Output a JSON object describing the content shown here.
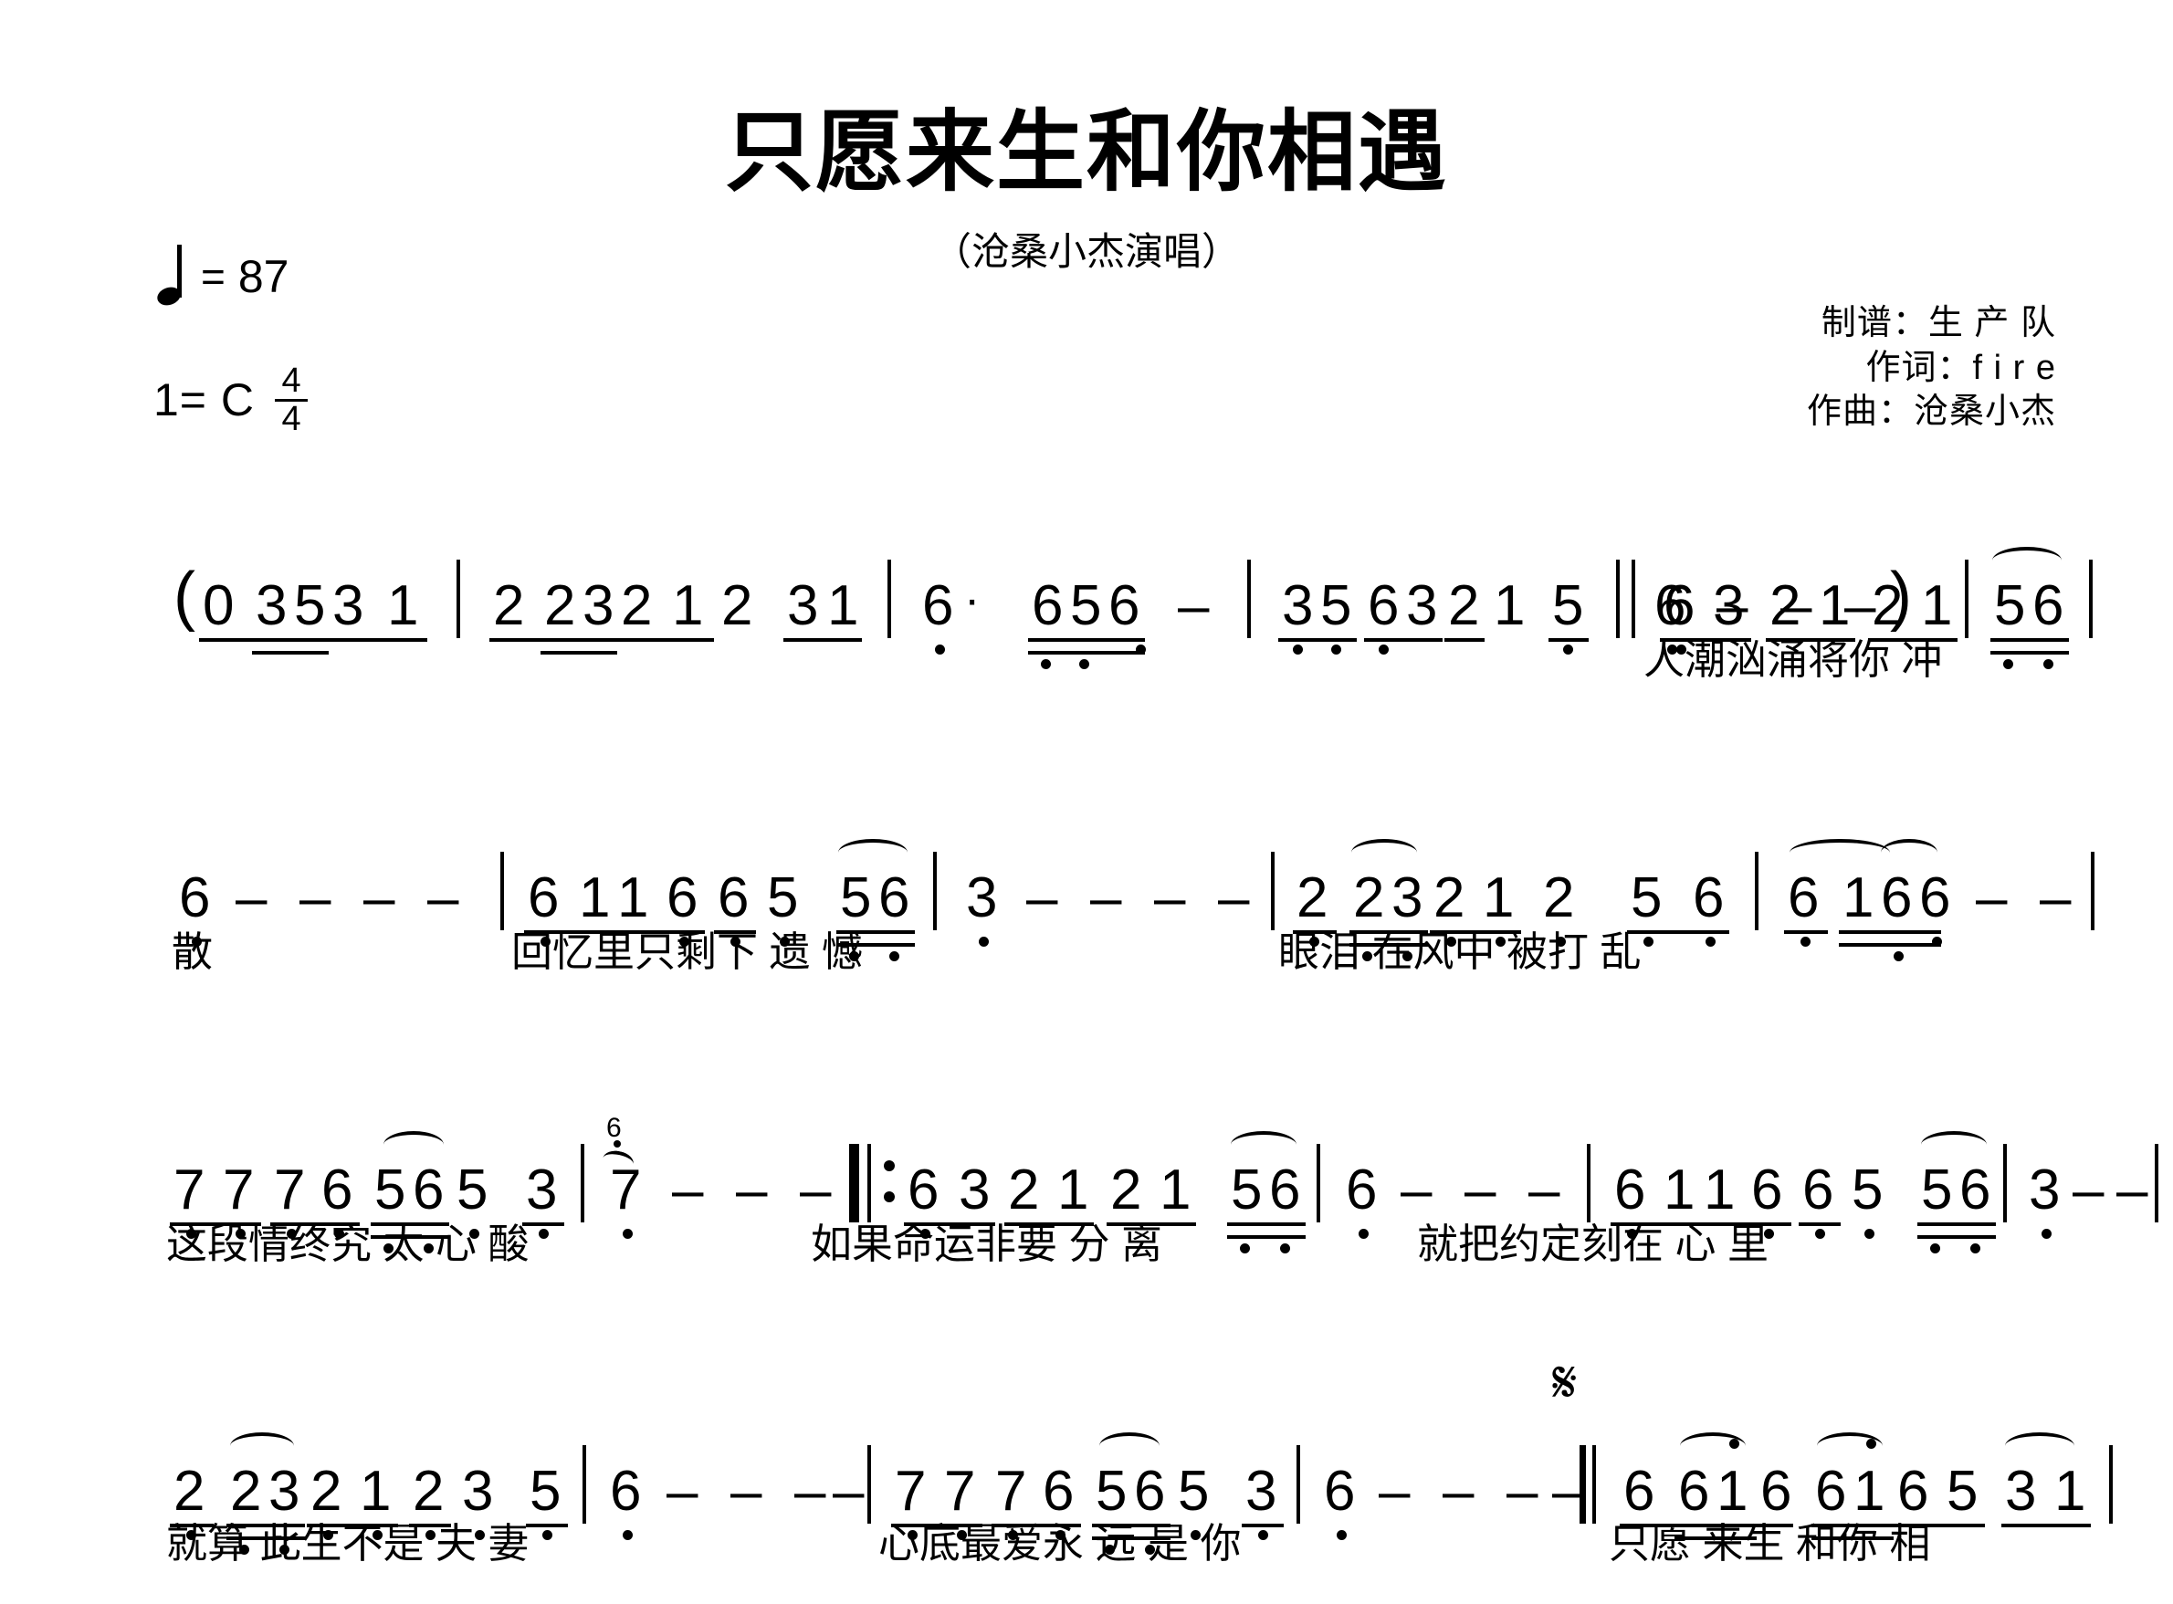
{
  "header": {
    "title": "只愿来生和你相遇",
    "subtitle": "（沧桑小杰演唱）",
    "tempo_label": "=",
    "tempo_bpm": "87",
    "key_label": "1= C",
    "meter_num": "4",
    "meter_den": "4",
    "credit_arranger": "制谱：生 产 队",
    "credit_lyricist": "作词：f i r e",
    "credit_composer": "作曲：沧桑小杰"
  },
  "score": {
    "line1": {
      "notes": [
        "(0",
        "3",
        "5",
        "3",
        "1",
        "2",
        "2",
        "3",
        "2",
        "1",
        "2",
        "3",
        "1",
        "6",
        "·",
        "6",
        "5",
        "6",
        "—",
        "3",
        "5",
        "6",
        "3",
        "2",
        "1",
        "5",
        "6",
        "—",
        "—",
        "—",
        ")",
        "6",
        "3",
        "2",
        "1",
        "2",
        "1",
        "5",
        "6"
      ],
      "lyrics": "人潮汹涌将你 冲"
    },
    "line2": {
      "notes": [
        "6",
        "—",
        "—",
        "—",
        "—",
        "6",
        "1",
        "1",
        "6",
        "6",
        "5",
        "5",
        "6",
        "3",
        "—",
        "—",
        "—",
        "—",
        "2",
        "2",
        "3",
        "2",
        "1",
        "2",
        "5",
        "6",
        "6",
        "1",
        "6",
        "6",
        "—",
        "—"
      ],
      "lyrics_a": "散",
      "lyrics_b": "回忆里只剩下  遗  憾",
      "lyrics_c": "眼泪 在风中 被打 乱"
    },
    "line3": {
      "notes": [
        "7",
        "7",
        "7",
        "6",
        "5",
        "6",
        "5",
        "3",
        "6",
        "7",
        "—",
        "—",
        "—",
        "6",
        "3",
        "2",
        "1",
        "2",
        "1",
        "5",
        "6",
        "6",
        "—",
        "—",
        "—",
        "6",
        "1",
        "1",
        "6",
        "6",
        "5",
        "5",
        "6",
        "3",
        "—",
        "—",
        "—"
      ],
      "lyrics_a": "这段情终究 太 心  酸",
      "lyrics_b": "如果命运非要 分  离",
      "lyrics_c": "就把约定刻在 心   里"
    },
    "line4": {
      "notes": [
        "2",
        "2",
        "3",
        "2",
        "1",
        "2",
        "3",
        "5",
        "6",
        "—",
        "—",
        "—",
        "—",
        "7",
        "7",
        "7",
        "6",
        "5",
        "6",
        "5",
        "3",
        "6",
        "—",
        "—",
        "—",
        "—",
        "6",
        "6",
        "1",
        "6",
        "6",
        "1",
        "6",
        "5",
        "3",
        "1"
      ],
      "lyrics_a": "就算 此生不是 夫  妻",
      "lyrics_b": "心底最爱永 远 是  你",
      "lyrics_c": "只愿 来生 和你  相"
    },
    "symbols": {
      "segno": "𝄋",
      "repeat_start": "‖:",
      "double_bar": "‖"
    }
  }
}
